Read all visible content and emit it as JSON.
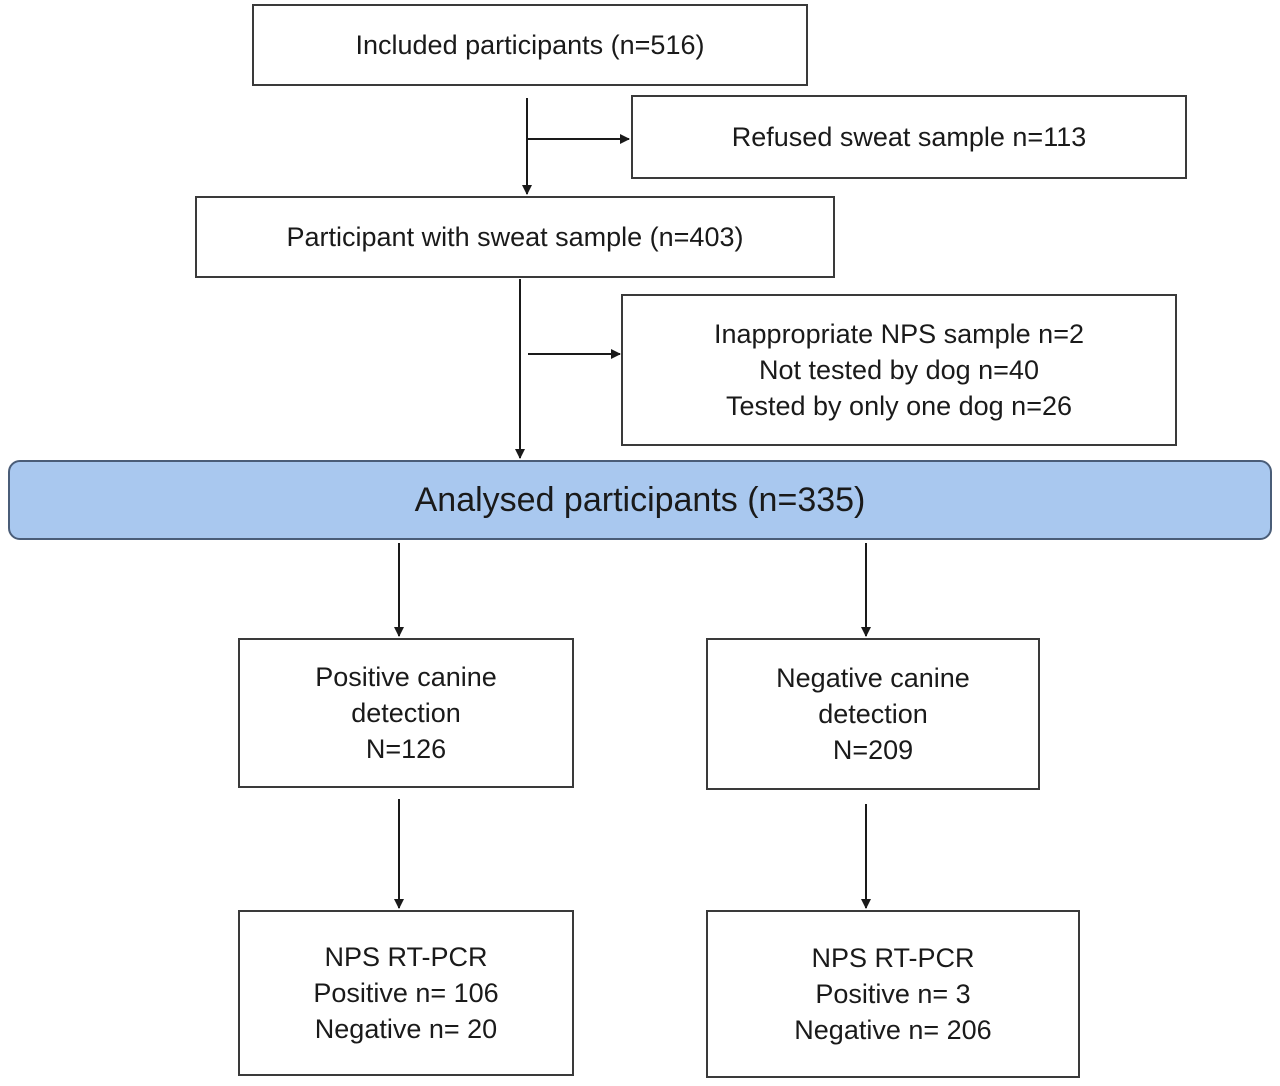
{
  "flowchart": {
    "included": "Included participants (n=516)",
    "refused": "Refused sweat sample n=113",
    "with_sample": "Participant with sweat sample (n=403)",
    "exclusions": [
      "Inappropriate NPS sample n=2",
      "Not tested by dog n=40",
      "Tested by only one dog n=26"
    ],
    "analysed": "Analysed participants (n=335)",
    "positive_detection": [
      "Positive canine",
      "detection",
      "N=126"
    ],
    "negative_detection": [
      "Negative canine",
      "detection",
      "N=209"
    ],
    "positive_pcr": [
      "NPS RT-PCR",
      "Positive n= 106",
      "Negative n= 20"
    ],
    "negative_pcr": [
      "NPS RT-PCR",
      "Positive n= 3",
      "Negative n= 206"
    ]
  },
  "colors": {
    "highlight_fill": "#a9c8ef",
    "border": "#3a3a3a",
    "arrow": "#1a1a1a"
  }
}
